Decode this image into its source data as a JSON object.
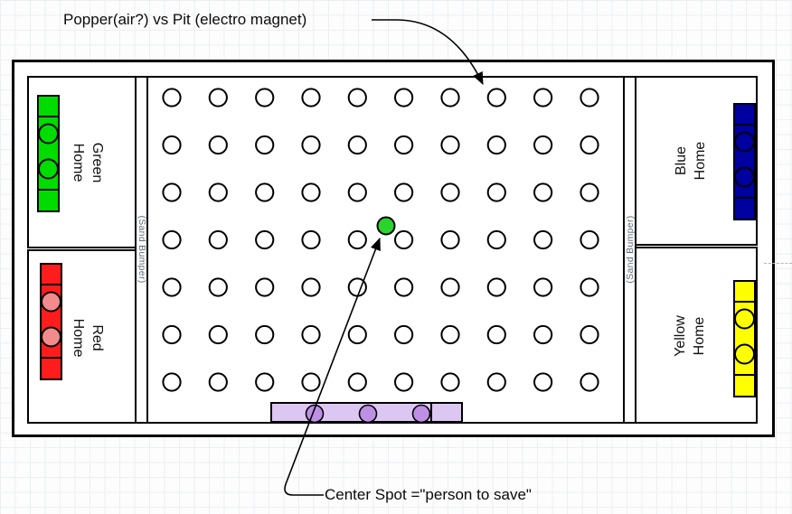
{
  "annotations": {
    "popper_label": "Popper(air?) vs Pit (electro magnet)",
    "center_spot_label": "Center Spot =\"person to save\""
  },
  "board": {
    "homes": [
      {
        "id": "green",
        "name": "Green",
        "suffix": "Home",
        "color": "#00dc00",
        "piece_color": "#00dc00",
        "side": "left",
        "pieces": 2
      },
      {
        "id": "red",
        "name": "Red",
        "suffix": "Home",
        "color": "#ff1c1c",
        "piece_color": "#f28b8b",
        "side": "left",
        "pieces": 2
      },
      {
        "id": "blue",
        "name": "Blue",
        "suffix": "Home",
        "color": "#0000a0",
        "piece_color": "#0000a0",
        "side": "right",
        "pieces": 2
      },
      {
        "id": "yellow",
        "name": "Yellow",
        "suffix": "Home",
        "color": "#ffff00",
        "piece_color": "#ffff00",
        "side": "right",
        "pieces": 2
      }
    ],
    "bumper_label": "(Sand Bumper)",
    "grid": {
      "rows": 7,
      "cols": 10,
      "hole_count": 70
    },
    "center_spot": {
      "color": "#2bd42b"
    },
    "tray": {
      "fill": "#dcc7f2",
      "piece_color": "#bd90e4",
      "pieces": 3
    }
  },
  "colors": {
    "board_stroke": "#000000",
    "hole_stroke": "#000000",
    "paper_line": "#eceff1",
    "bumper_text": "#5a6a78",
    "arrow": "#000000"
  }
}
